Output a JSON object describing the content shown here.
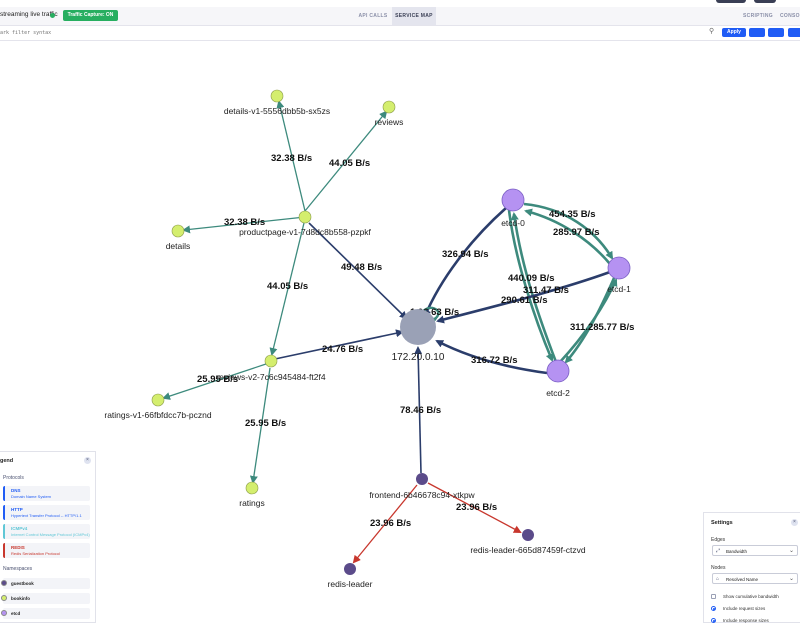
{
  "header": {
    "status_text": "streaming live traffic",
    "capture_badge": "Traffic Capture: ON",
    "tabs": [
      {
        "label": "API CALLS",
        "active": false
      },
      {
        "label": "SERVICE MAP",
        "active": true
      },
      {
        "label": "SCRIPTING",
        "active": false
      },
      {
        "label": "CONSOLE",
        "active": false
      }
    ]
  },
  "filter": {
    "placeholder": "ark filter syntax",
    "apply_label": "Apply",
    "buttons": [
      "",
      "",
      ""
    ]
  },
  "service_map": {
    "nodes": [
      {
        "id": "details-v1",
        "label": "details-v1-5556dbb5b-sx5zs",
        "color": "#d4ee6e"
      },
      {
        "id": "reviews",
        "label": "reviews",
        "color": "#d4ee6e"
      },
      {
        "id": "productpage",
        "label": "productpage-v1-7d8dc8b558-pzpkf",
        "color": "#d4ee6e"
      },
      {
        "id": "details",
        "label": "details",
        "color": "#d4ee6e"
      },
      {
        "id": "reviews-v2",
        "label": "reviews-v2-7c6c945484-ft2f4",
        "color": "#d4ee6e"
      },
      {
        "id": "ratings-v1",
        "label": "ratings-v1-66fbfdcc7b-pcznd",
        "color": "#d4ee6e"
      },
      {
        "id": "ratings",
        "label": "ratings",
        "color": "#d4ee6e"
      },
      {
        "id": "ip",
        "label": "172.20.0.10",
        "color": "#9aa1b6"
      },
      {
        "id": "etcd-0",
        "label": "etcd-0",
        "color": "#b592f2"
      },
      {
        "id": "etcd-1",
        "label": "etcd-1",
        "color": "#b592f2"
      },
      {
        "id": "etcd-2",
        "label": "etcd-2",
        "color": "#b592f2"
      },
      {
        "id": "frontend",
        "label": "frontend-6b46678c94-xtkpw",
        "color": "#5b4b8a"
      },
      {
        "id": "redis-leader",
        "label": "redis-leader",
        "color": "#5b4b8a"
      },
      {
        "id": "redis-leader-pod",
        "label": "redis-leader-665d87459f-ctzvd",
        "color": "#5b4b8a"
      }
    ],
    "edges": [
      {
        "label": "32.38 B/s",
        "color": "#3d8a7d"
      },
      {
        "label": "44.05 B/s",
        "color": "#3d8a7d"
      },
      {
        "label": "32.38 B/s",
        "color": "#3d8a7d"
      },
      {
        "label": "49.48 B/s",
        "color": "#2b3d6b"
      },
      {
        "label": "44.05 B/s",
        "color": "#3d8a7d"
      },
      {
        "label": "24.76 B/s",
        "color": "#2b3d6b"
      },
      {
        "label": "25.95 B/s",
        "color": "#3d8a7d"
      },
      {
        "label": "25.95 B/s",
        "color": "#3d8a7d"
      },
      {
        "label": "78.46 B/s",
        "color": "#2b3d6b"
      },
      {
        "label": "23.96 B/s",
        "color": "#c8372d"
      },
      {
        "label": "23.96 B/s",
        "color": "#c8372d"
      },
      {
        "label": "326.94 B/s",
        "color": "#2b3d6b"
      },
      {
        "label": "454.35 B/s",
        "color": "#3d8a7d"
      },
      {
        "label": "285.97 B/s",
        "color": "#3d8a7d"
      },
      {
        "label": "440.09 B/s",
        "color": "#3d8a7d"
      },
      {
        "label": "311.47 B/s",
        "color": "#3d8a7d"
      },
      {
        "label": "290.61 B/s",
        "color": "#2b3d6b"
      },
      {
        "label": "311.285.77 B/s",
        "color": "#3d8a7d"
      },
      {
        "label": "316.72 B/s",
        "color": "#2b3d6b"
      },
      {
        "label": "1.06.63 B/s",
        "color": "#3d8a7d"
      }
    ]
  },
  "legend": {
    "title": "gend",
    "protocols_label": "Protocols",
    "protocols": [
      {
        "name": "DNS",
        "desc": "Domain Name System",
        "color": "#205cf5"
      },
      {
        "name": "HTTP",
        "desc": "Hypertext Transfer Protocol -- HTTP/1.1",
        "color": "#205cf5"
      },
      {
        "name": "ICMPv4",
        "desc": "Internet Control Message Protocol (ICMPv4)",
        "color": "#5fc7d6"
      },
      {
        "name": "REDIS",
        "desc": "Redis Serialization Protocol",
        "color": "#c8372d"
      }
    ],
    "namespaces_label": "Namespaces",
    "namespaces": [
      {
        "name": "guestbook",
        "color": "#5b4b8a"
      },
      {
        "name": "bookinfo",
        "color": "#d4ee6e"
      },
      {
        "name": "etcd",
        "color": "#b592f2"
      }
    ]
  },
  "settings": {
    "title": "Settings",
    "edges_label": "Edges",
    "edges_value": "Bandwidth",
    "nodes_label": "Nodes",
    "nodes_value": "Resolved Name",
    "cumulative_label": "Show cumulative bandwidth",
    "request_label": "Include request sizes",
    "response_label": "Include response sizes"
  }
}
